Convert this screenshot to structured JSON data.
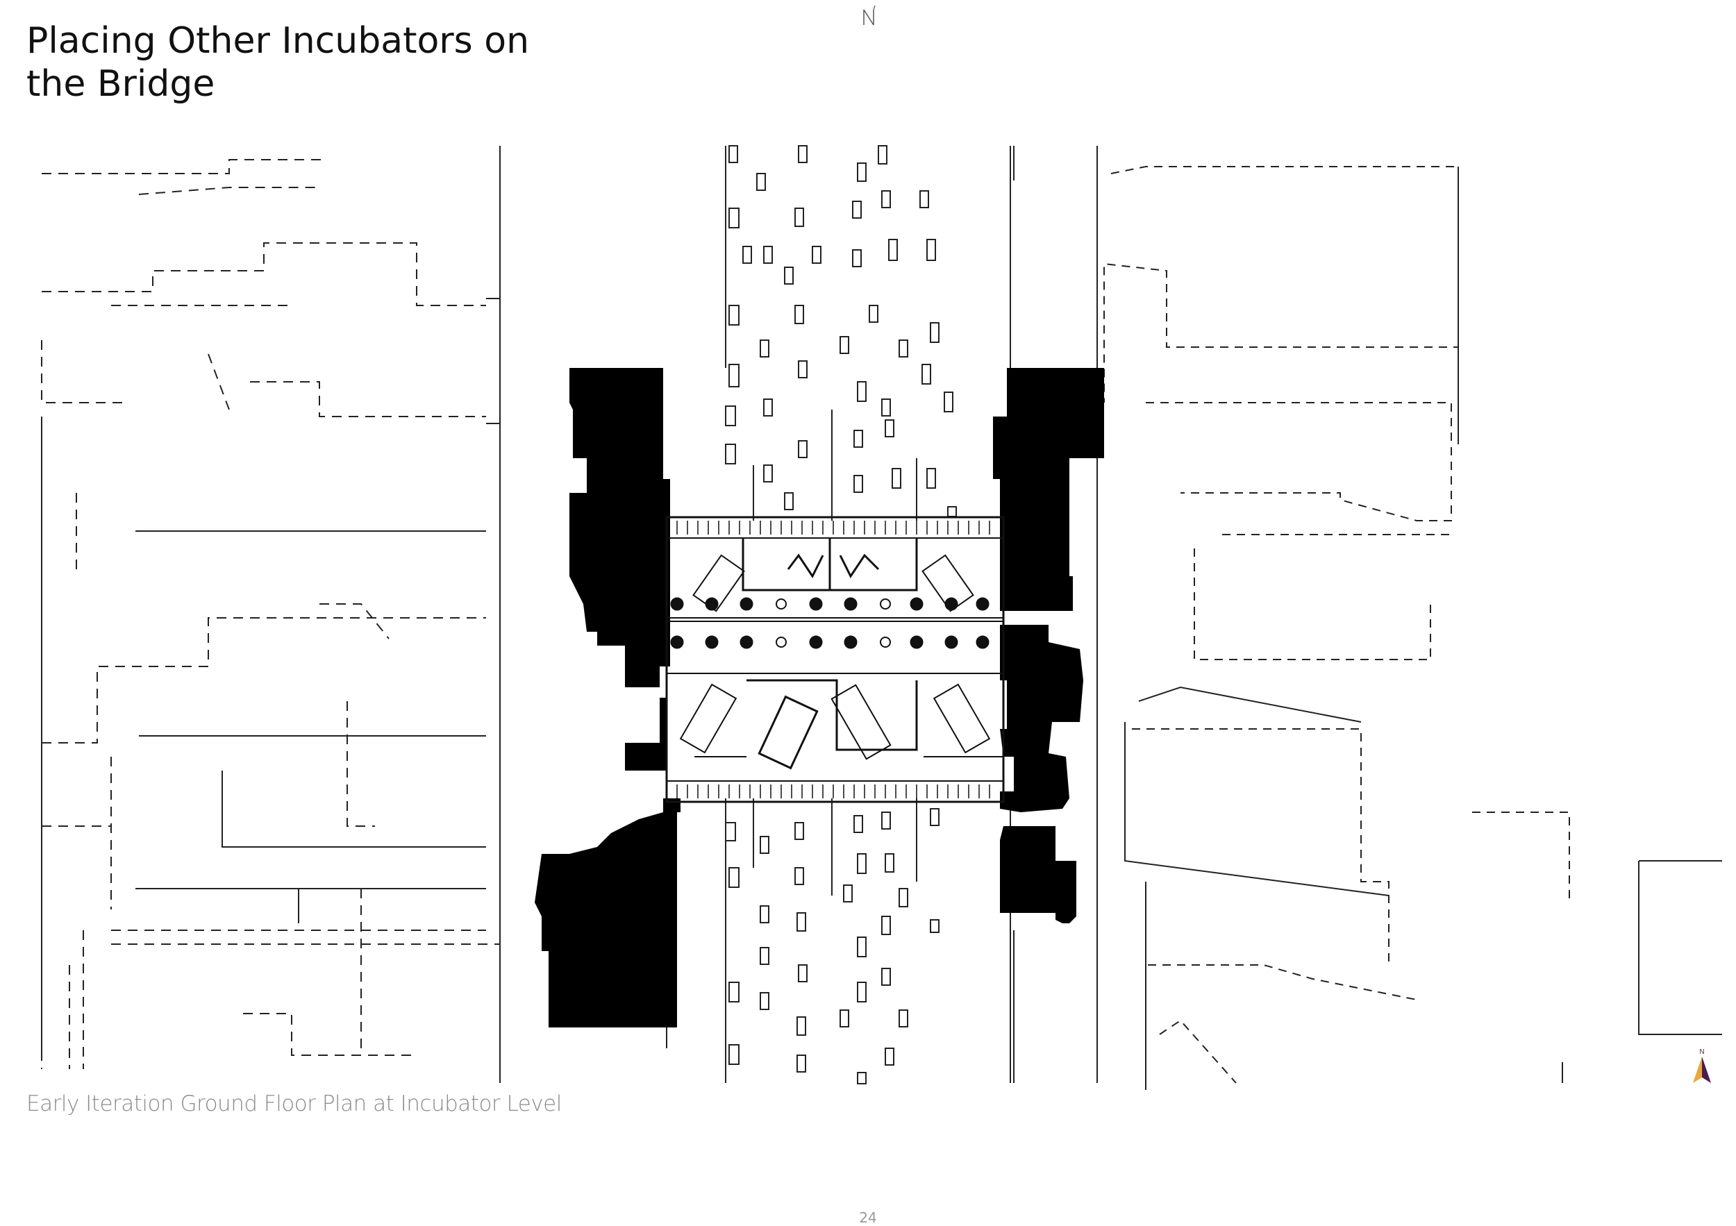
{
  "page": {
    "title": "Placing Other Incubators on the Bridge",
    "caption": "Early Iteration Ground Floor Plan at Incubator Level",
    "page_number": "24"
  },
  "north_marker": {
    "top_label": "N",
    "arrow_label": "N",
    "arrow_colors": [
      "#e8a93a",
      "#4a1e4e"
    ]
  },
  "colors": {
    "building_fill": "#000000",
    "line": "#222222",
    "caption": "#8a8a8a"
  }
}
